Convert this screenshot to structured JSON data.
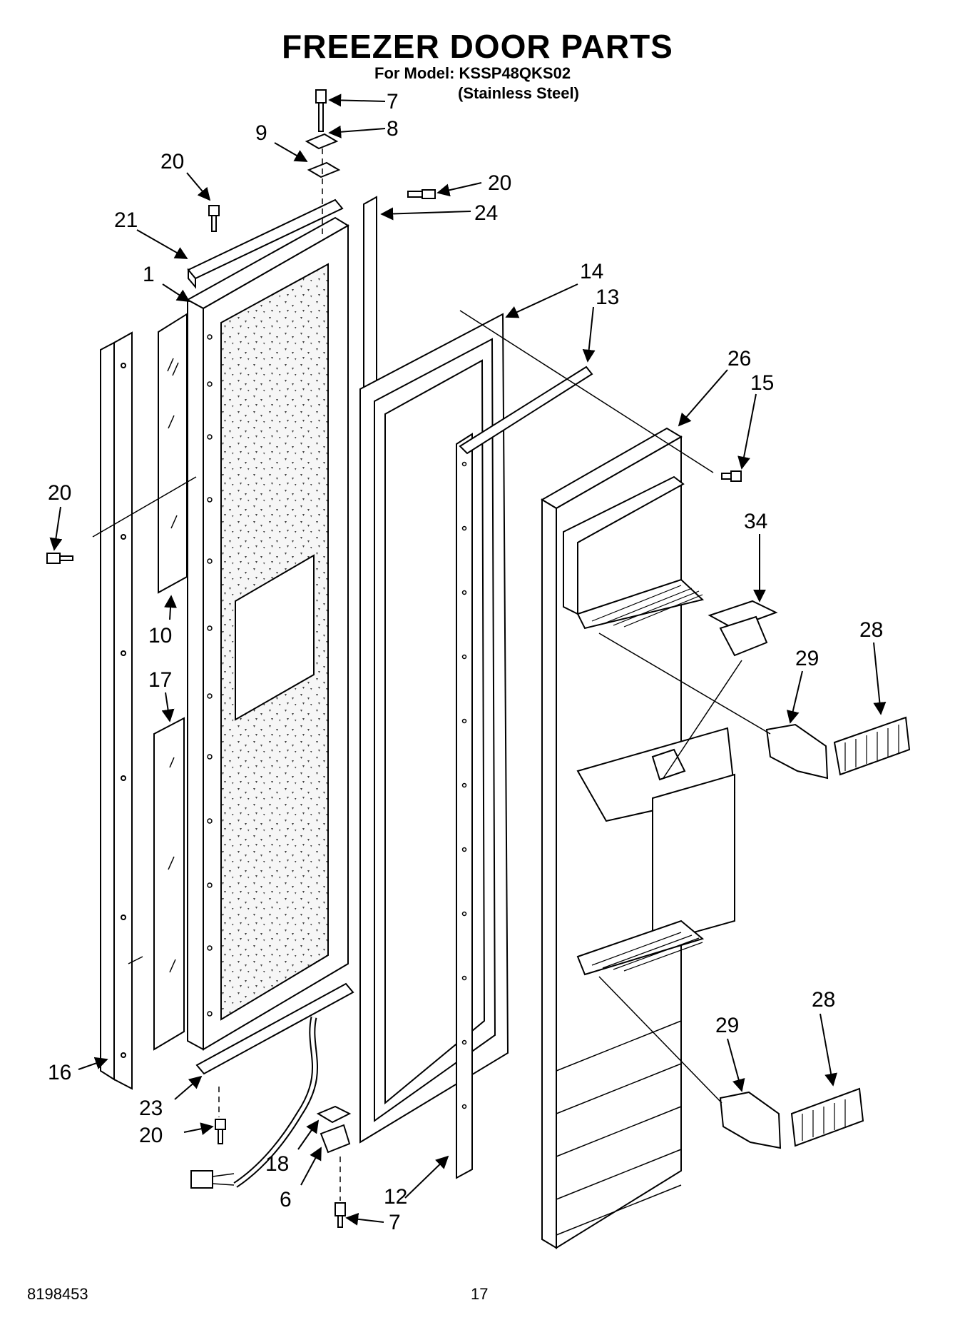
{
  "header": {
    "title": "FREEZER DOOR PARTS",
    "model_line": "For Model: KSSP48QKS02",
    "finish": "(Stainless Steel)"
  },
  "footer": {
    "doc_number": "8198453",
    "page_number": "17"
  },
  "callouts": {
    "c7_top": "7",
    "c8": "8",
    "c9": "9",
    "c20_a": "20",
    "c20_b": "20",
    "c21": "21",
    "c24": "24",
    "c1": "1",
    "c14": "14",
    "c13": "13",
    "c26": "26",
    "c15": "15",
    "c20_c": "20",
    "c34": "34",
    "c10": "10",
    "c28_a": "28",
    "c29_a": "29",
    "c17": "17",
    "c28_b": "28",
    "c29_b": "29",
    "c16": "16",
    "c23": "23",
    "c20_d": "20",
    "c18": "18",
    "c6": "6",
    "c12": "12",
    "c7_bot": "7"
  }
}
